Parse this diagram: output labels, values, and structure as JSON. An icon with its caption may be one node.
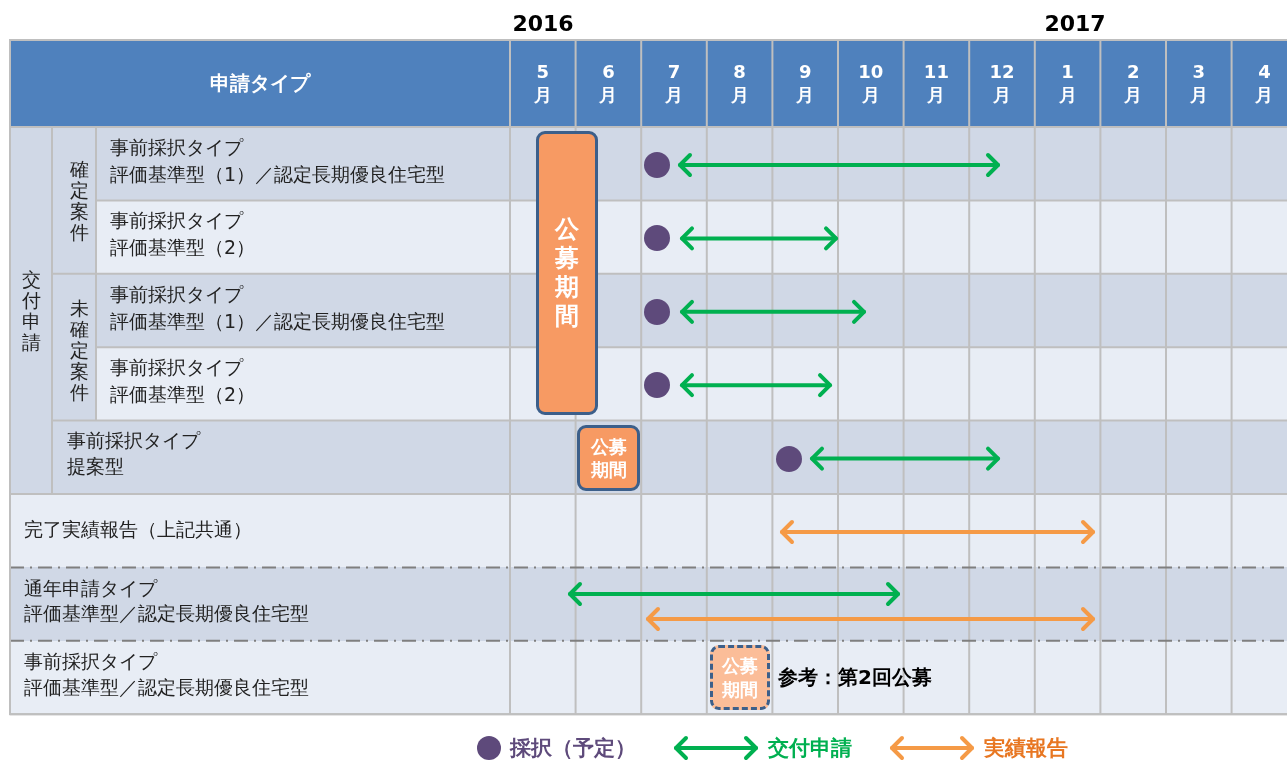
{
  "diagram": {
    "nodes": [
      {
        "text": [
          "公募期間"
        ]
      },
      {
        "text": [],
        "shape": "circle"
      },
      {
        "text": [],
        "shape": "circle"
      },
      {
        "text": [],
        "shape": "circle"
      },
      {
        "text": [],
        "shape": "circle"
      },
      {
        "text": [
          "公募期間"
        ]
      },
      {
        "text": [],
        "shape": "circle"
      },
      {
        "text": [
          "公募期間"
        ],
        "beside": [
          "参考：第2回公募"
        ]
      }
    ],
    "labels": [
      "2016",
      "2017",
      "申請タイプ",
      "5月",
      "6月",
      "7月",
      "8月",
      "9月",
      "10月",
      "11月",
      "12月",
      "1月",
      "2月",
      "3月",
      "4月",
      "交付申請",
      "確定案件",
      "事前採択タイプ",
      "評価基準型（1）／認定長期優良住宅型",
      "事前採択タイプ",
      "評価基準型（2）",
      "未確定案件",
      "事前採択タイプ",
      "評価基準型（1）／認定長期優良住宅型",
      "事前採択タイプ",
      "評価基準型（2）",
      "事前採択タイプ",
      "提案型",
      "完了実績報告（上記共通）",
      "通年申請タイプ",
      "評価基準型／認定長期優良住宅型",
      "事前採択タイプ",
      "評価基準型／認定長期優良住宅型"
    ],
    "legend": [
      {
        "text": "採択（予定）"
      },
      {
        "text": "交付申請"
      },
      {
        "text": "実績報告"
      }
    ]
  }
}
